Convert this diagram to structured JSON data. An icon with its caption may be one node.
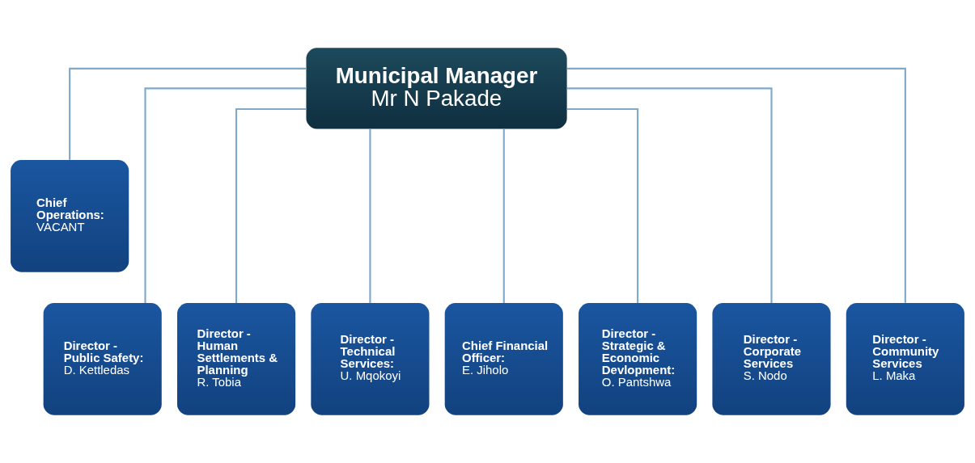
{
  "diagram": {
    "nodes": [
      {
        "text": [
          "Municipal Manager",
          "Mr N Pakade"
        ]
      },
      {
        "text": [
          "Chief Operations:",
          "VACANT"
        ]
      },
      {
        "text": [
          "Director - Public Safety:",
          "D. Kettledas"
        ]
      },
      {
        "text": [
          "Director - Human Settlements & Planning",
          "R. Tobia"
        ]
      },
      {
        "text": [
          "Director - Technical Services:",
          "U. Mqokoyi"
        ]
      },
      {
        "text": [
          "Chief Financial Officer:",
          "E. Jiholo"
        ]
      },
      {
        "text": [
          "Director - Strategic & Economic Devlopment:",
          "O. Pantshwa"
        ]
      },
      {
        "text": [
          "Director - Corporate Services",
          "S. Nodo"
        ]
      },
      {
        "text": [
          "Director - Community Services",
          "L. Maka"
        ]
      }
    ],
    "edges": [
      {
        "from": 0,
        "to": 1,
        "arrow": "none"
      },
      {
        "from": 0,
        "to": 2,
        "arrow": "none"
      },
      {
        "from": 0,
        "to": 3,
        "arrow": "none"
      },
      {
        "from": 0,
        "to": 4,
        "arrow": "none"
      },
      {
        "from": 0,
        "to": 5,
        "arrow": "none"
      },
      {
        "from": 0,
        "to": 6,
        "arrow": "none"
      },
      {
        "from": 0,
        "to": 7,
        "arrow": "none"
      },
      {
        "from": 0,
        "to": 8,
        "arrow": "none"
      }
    ]
  }
}
